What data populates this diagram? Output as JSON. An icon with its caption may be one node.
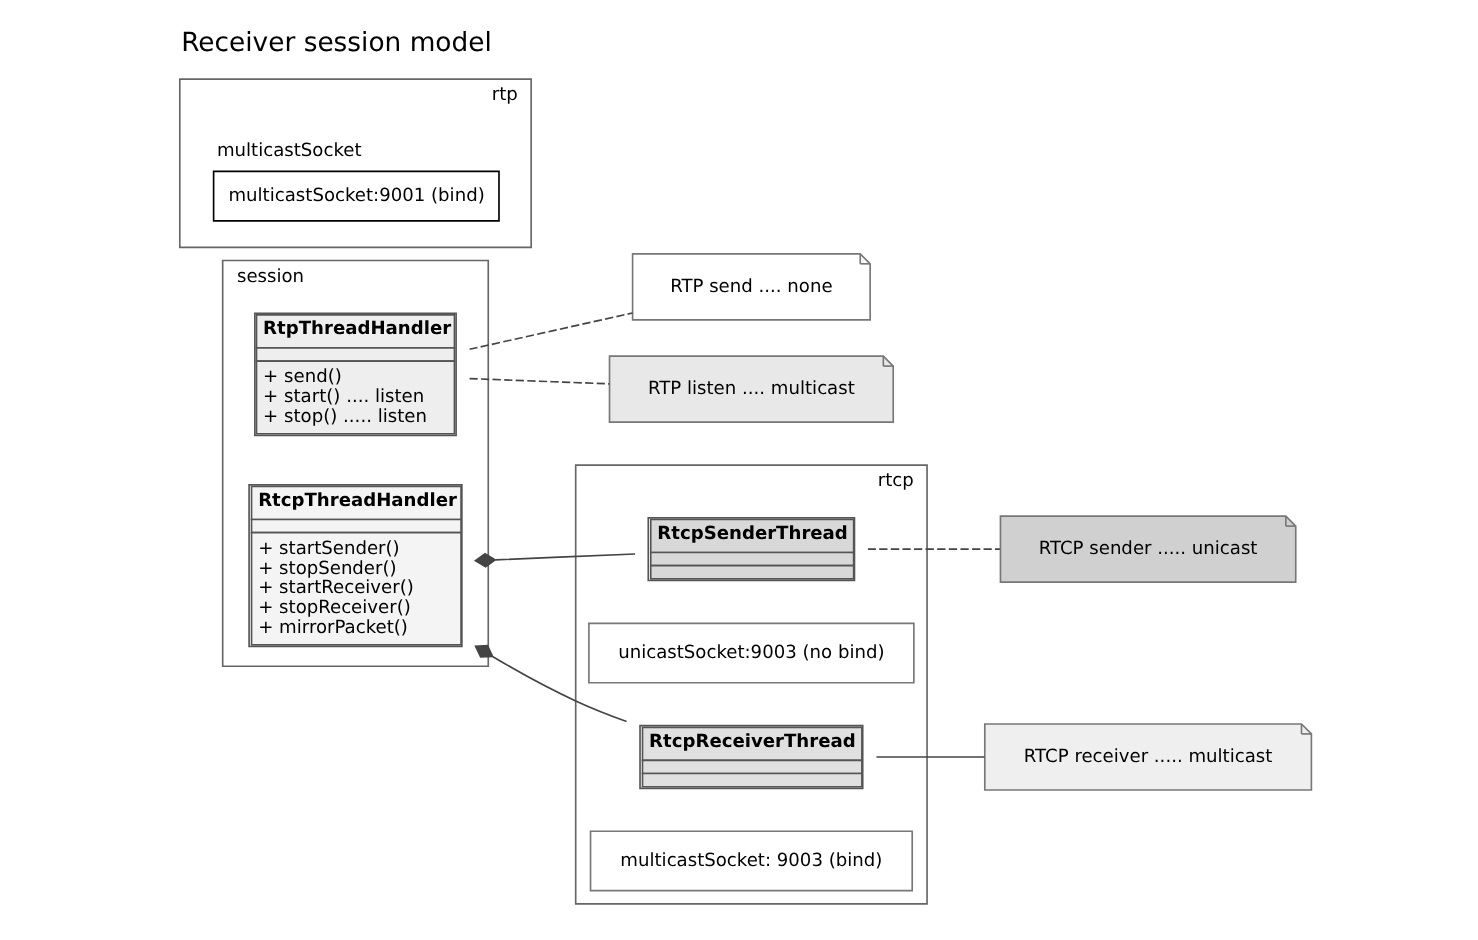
{
  "diagram": {
    "title": "Receiver session model",
    "nodes": [
      {
        "text": [
          "RTP send .... none"
        ]
      },
      {
        "text": [
          "RTP listen .... multicast"
        ]
      },
      {
        "text": [
          "rtp"
        ]
      },
      {
        "text": [
          "multicastSocket",
          "multicastSocket:9001 (bind)"
        ],
        "in": 2
      },
      {
        "text": [
          "session"
        ]
      },
      {
        "text": [
          "RtpThreadHandler",
          "+ send()",
          "+ start() .... listen",
          "+ stop() ..... listen"
        ],
        "in": 4
      },
      {
        "text": [
          "rtcp"
        ]
      },
      {
        "text": [
          "RtcpThreadHandler",
          "+ startSender()",
          "+ stopSender()",
          "+ startReceiver()",
          "+ stopReceiver()",
          "+ mirrorPacket()"
        ],
        "in": 4
      },
      {
        "text": [
          "RtcpSenderThread"
        ],
        "in": 6
      },
      {
        "text": [
          "unicastSocket:9003 (no bind)"
        ],
        "in": 6
      },
      {
        "text": [
          "RtcpReceiverThread"
        ],
        "in": 6
      },
      {
        "text": [
          "multicastSocket: 9003 (bind)"
        ],
        "in": 6
      },
      {
        "text": [
          "RTCP sender ..... unicast"
        ]
      },
      {
        "text": [
          "RTCP receiver ..... multicast"
        ]
      }
    ],
    "edges": [
      {
        "from": 5,
        "to": 0,
        "arrow": "none",
        "style": "dashed"
      },
      {
        "from": 5,
        "to": 1,
        "arrow": "none",
        "style": "dashed"
      },
      {
        "from": 7,
        "to": 8,
        "arrow": "other"
      },
      {
        "from": 7,
        "to": 10,
        "arrow": "other"
      },
      {
        "from": 8,
        "to": 12,
        "arrow": "none",
        "style": "dashed"
      },
      {
        "from": 10,
        "to": 13,
        "arrow": "none"
      }
    ]
  }
}
